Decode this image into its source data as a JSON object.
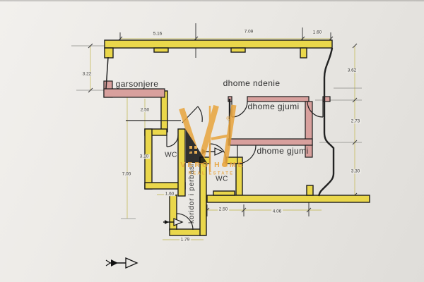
{
  "meta": {
    "kind": "scanned apartment floor plan"
  },
  "rooms": {
    "garsonjere": "garsonjere",
    "living": "dhome ndenie",
    "bedroom_top": "dhome gjumi",
    "bedroom_bottom": "dhome gjumi",
    "wc_left": "WC",
    "wc_middle": "WC",
    "corridor": "koridor i perbashket"
  },
  "dims": {
    "top_left": "5.16",
    "top_mid": "7.09",
    "top_right": "1.60",
    "left_upper": "3.22",
    "left_lower": "7.00",
    "mid_width": "2.50",
    "wc_height": "3.10",
    "wc_width": "1.60",
    "entry_width": "1.79",
    "bottom_left": "2.50",
    "bottom_right": "4.06",
    "right_upper": "3.62",
    "right_middle": "2.73",
    "right_lower": "3.30"
  },
  "watermark": {
    "registered": "®",
    "brand": "VERO HOME",
    "tagline": "REAL ESTATE"
  },
  "colors": {
    "wall_yellow": "#ead74b",
    "wall_pink": "#d8a09d",
    "watermark_gold": "#e8a43c",
    "paper": "#eae8e4",
    "dim_line": "#c9c06b",
    "ink": "#222222"
  }
}
